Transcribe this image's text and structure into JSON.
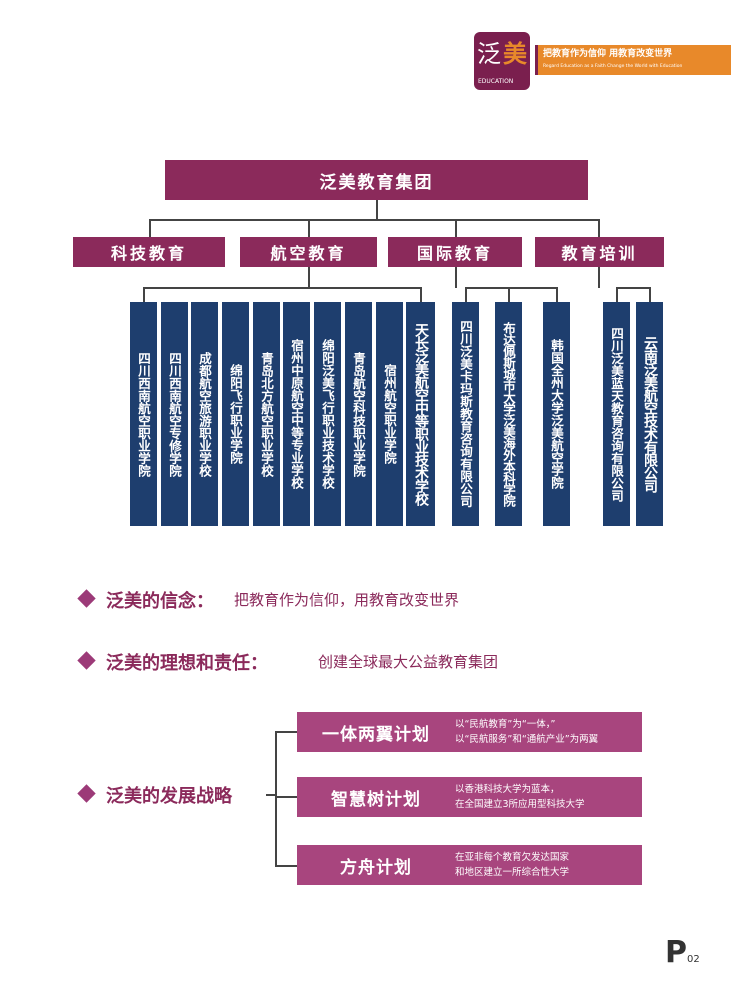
{
  "header": {
    "logo_text": "泛美",
    "logo_sub": "EDUCATION",
    "slogan": "把教育作为信仰  用教育改变世界",
    "slogan_en": "Regard Education as a Faith  Change the World with Education"
  },
  "org": {
    "root": "泛美教育集团",
    "groups": [
      {
        "label": "科技教育"
      },
      {
        "label": "航空教育"
      },
      {
        "label": "国际教育"
      },
      {
        "label": "教育培训"
      }
    ],
    "aviation_units": [
      "四川西南航空职业学院",
      "四川西南航空专修学院",
      "成都航空旅游职业学校",
      "绵阳飞行职业学院",
      "青岛北方航空职业学校",
      "宿州中原航空中等专业学校",
      "绵阳泛美飞行职业技术学校",
      "青岛航空科技职业学院",
      "宿州航空职业学院",
      "天长泛美航空中等职业技术学校"
    ],
    "intl_units": [
      "四川泛美卡玛斯教育咨询有限公司",
      "布达佩斯城市大学泛美海外本科学院",
      "韩国全州大学泛美航空学院"
    ],
    "training_units": [
      "四川泛美蓝天教育咨询有限公司",
      "云南泛美航空技术有限公司"
    ]
  },
  "belief": {
    "label": "泛美的信念：",
    "value": "把教育作为信仰，用教育改变世界"
  },
  "ideal": {
    "label": "泛美的理想和责任：",
    "value": "创建全球最大公益教育集团"
  },
  "strategy": {
    "label": "泛美的发展战略",
    "plans": [
      {
        "name": "一体两翼计划",
        "line1": "以“民航教育”为“一体，”",
        "line2": "以“民航服务”和“通航产业”为两翼"
      },
      {
        "name": "智慧树计划",
        "line1": "以香港科技大学为蓝本，",
        "line2": "在全国建立3所应用型科技大学"
      },
      {
        "name": "方舟计划",
        "line1": "在亚非每个教育欠发达国家",
        "line2": "和地区建立一所综合性大学"
      }
    ]
  },
  "page": {
    "letter": "P",
    "number": "02"
  },
  "colors": {
    "purple": "#8b2a5b",
    "navy": "#1e3e6e",
    "orange": "#e8892a",
    "plan": "#a8457e"
  }
}
